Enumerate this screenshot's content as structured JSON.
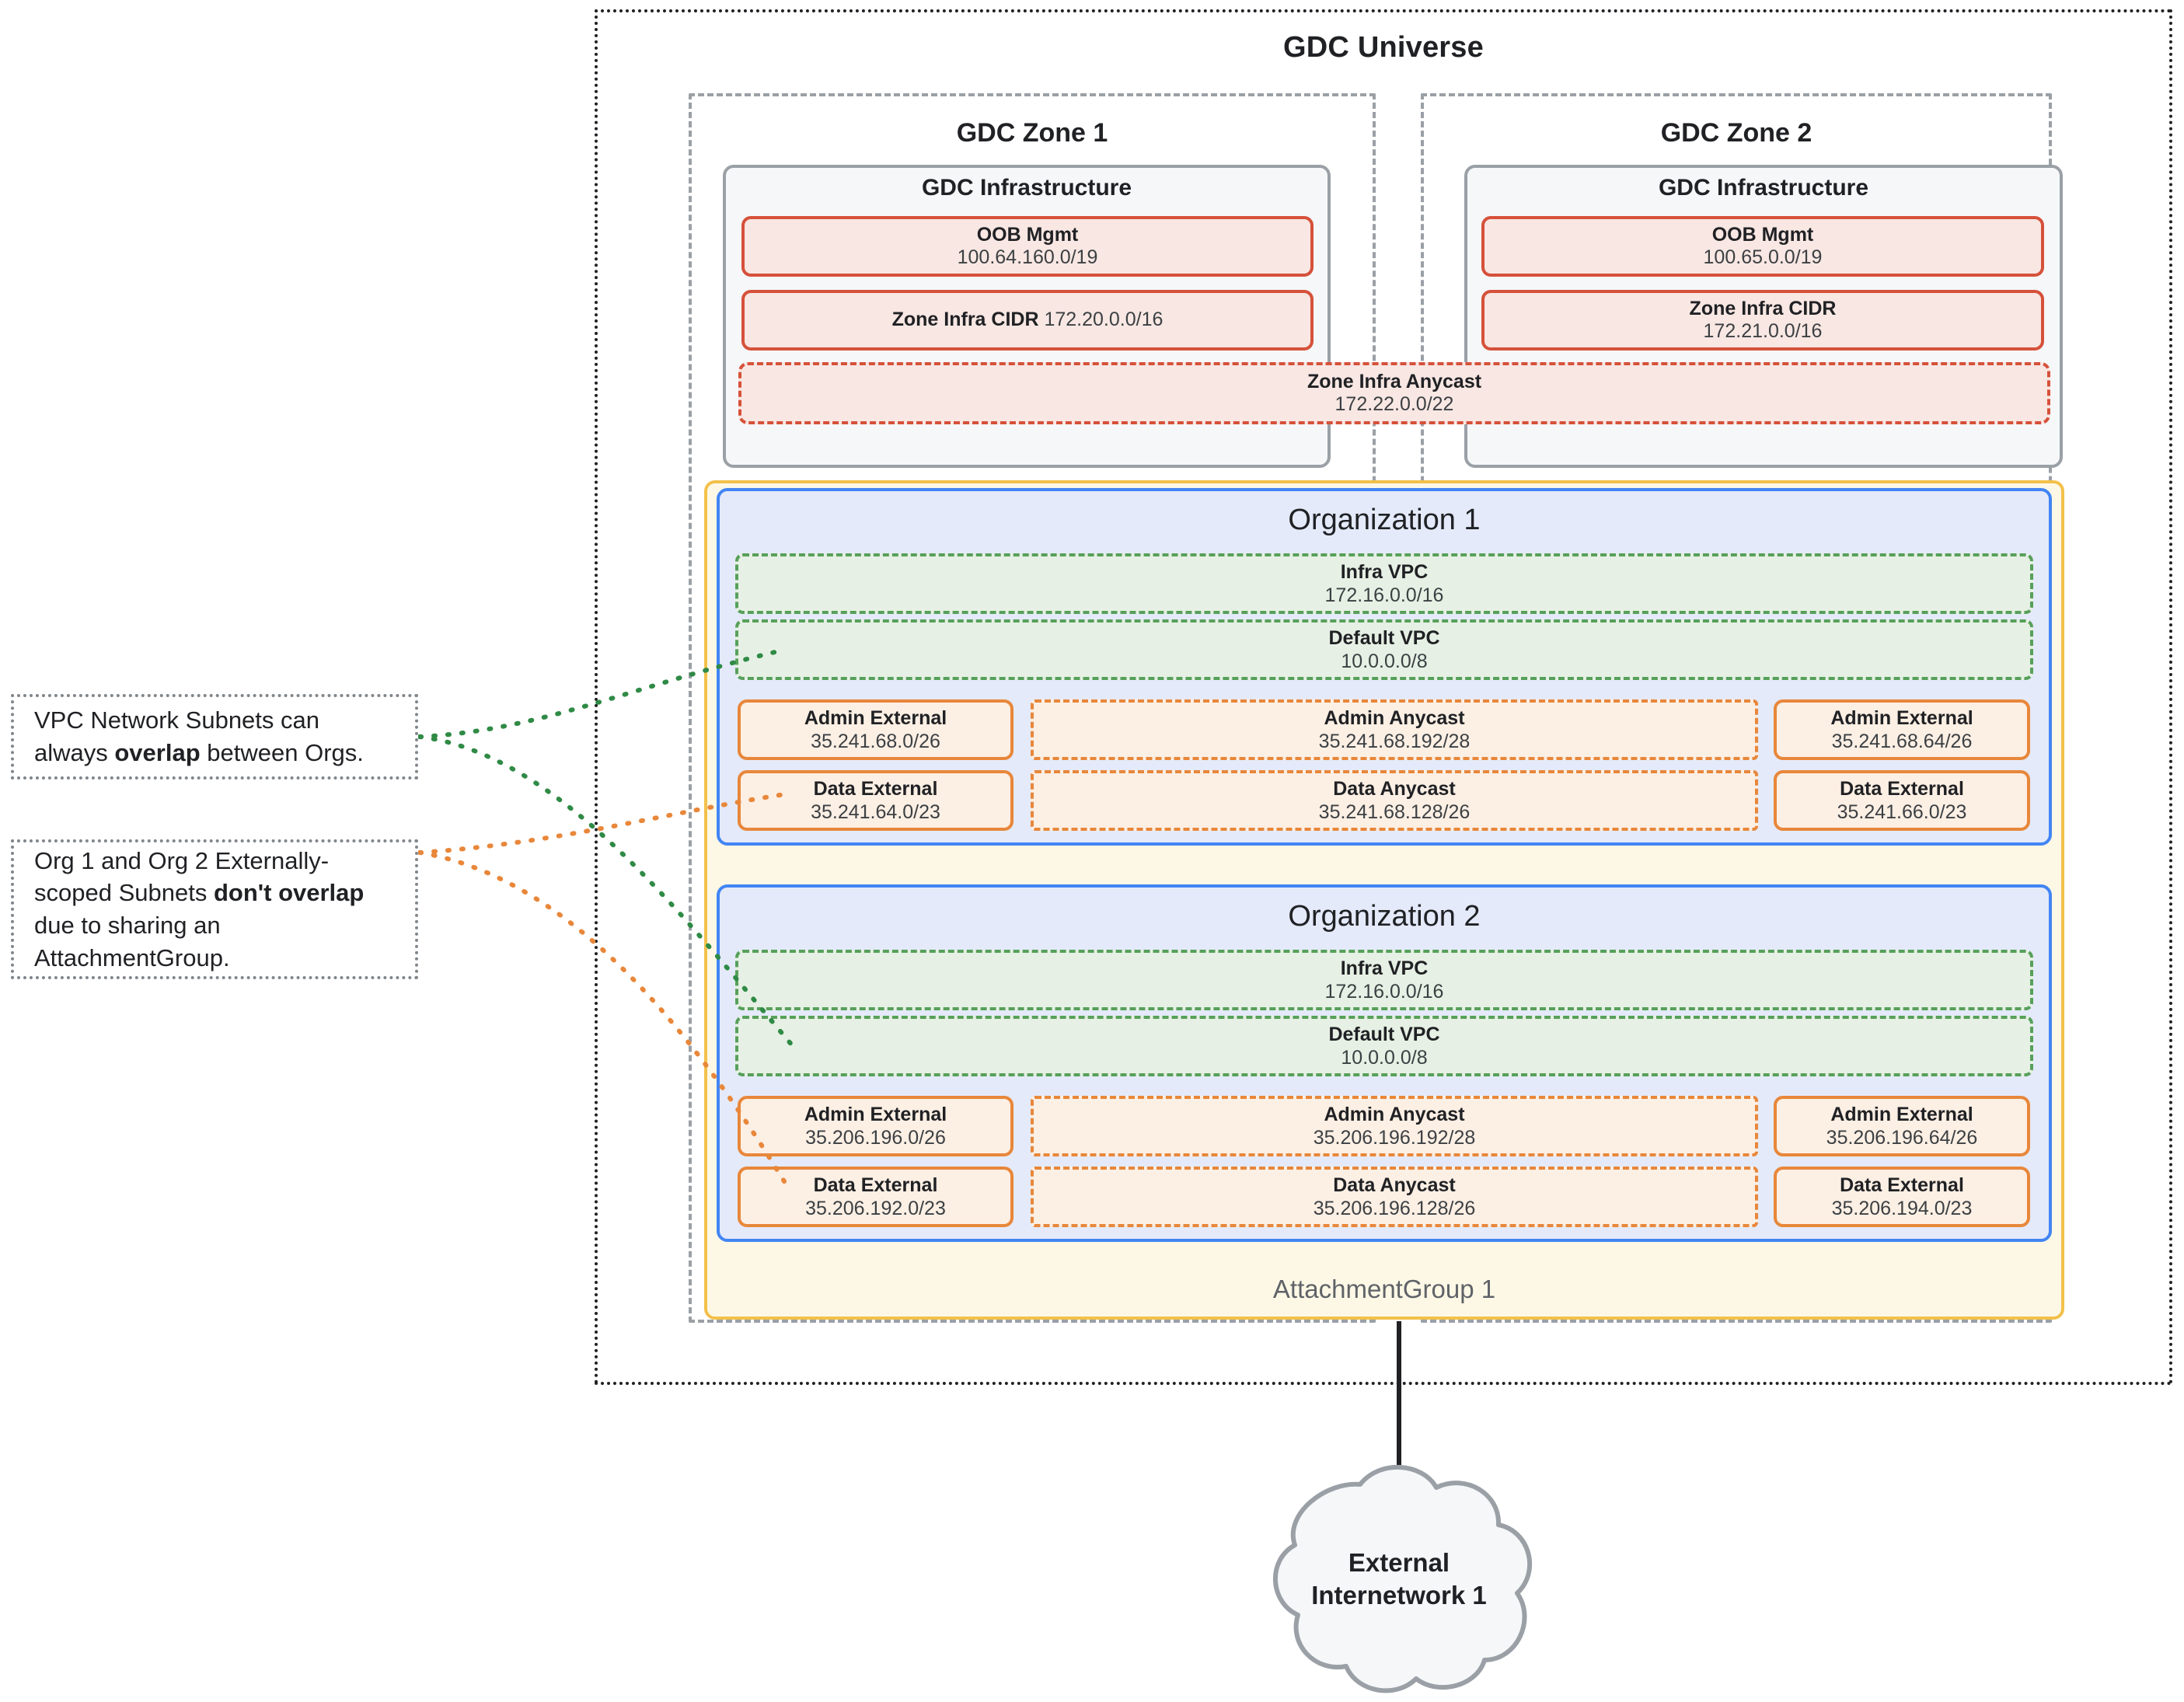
{
  "universe": {
    "title": "GDC Universe"
  },
  "zones": [
    {
      "title": "GDC Zone 1",
      "infra_title": "GDC Infrastructure",
      "oob": {
        "label": "OOB Mgmt",
        "cidr": "100.64.160.0/19"
      },
      "zone_infra_cidr": {
        "label": "Zone Infra CIDR",
        "cidr": "172.20.0.0/16",
        "inline": true
      }
    },
    {
      "title": "GDC Zone 2",
      "infra_title": "GDC Infrastructure",
      "oob": {
        "label": "OOB Mgmt",
        "cidr": "100.65.0.0/19"
      },
      "zone_infra_cidr": {
        "label": "Zone Infra CIDR",
        "cidr": "172.21.0.0/16",
        "inline": false
      }
    }
  ],
  "zone_infra_anycast": {
    "label": "Zone Infra Anycast",
    "cidr": "172.22.0.0/22"
  },
  "attachment_group": {
    "label": "AttachmentGroup 1"
  },
  "organizations": [
    {
      "title": "Organization 1",
      "infra_vpc": {
        "label": "Infra VPC",
        "cidr": "172.16.0.0/16"
      },
      "default_vpc": {
        "label": "Default VPC",
        "cidr": "10.0.0.0/8"
      },
      "admin_external_left": {
        "label": "Admin External",
        "cidr": "35.241.68.0/26"
      },
      "admin_anycast": {
        "label": "Admin Anycast",
        "cidr": "35.241.68.192/28"
      },
      "admin_external_right": {
        "label": "Admin External",
        "cidr": "35.241.68.64/26"
      },
      "data_external_left": {
        "label": "Data External",
        "cidr": "35.241.64.0/23"
      },
      "data_anycast": {
        "label": "Data Anycast",
        "cidr": "35.241.68.128/26"
      },
      "data_external_right": {
        "label": "Data External",
        "cidr": "35.241.66.0/23"
      }
    },
    {
      "title": "Organization 2",
      "infra_vpc": {
        "label": "Infra VPC",
        "cidr": "172.16.0.0/16"
      },
      "default_vpc": {
        "label": "Default VPC",
        "cidr": "10.0.0.0/8"
      },
      "admin_external_left": {
        "label": "Admin External",
        "cidr": "35.206.196.0/26"
      },
      "admin_anycast": {
        "label": "Admin Anycast",
        "cidr": "35.206.196.192/28"
      },
      "admin_external_right": {
        "label": "Admin External",
        "cidr": "35.206.196.64/26"
      },
      "data_external_left": {
        "label": "Data External",
        "cidr": "35.206.192.0/23"
      },
      "data_anycast": {
        "label": "Data Anycast",
        "cidr": "35.206.196.128/26"
      },
      "data_external_right": {
        "label": "Data External",
        "cidr": "35.206.194.0/23"
      }
    }
  ],
  "callouts": [
    {
      "parts": [
        {
          "text": "VPC Network Subnets can always ",
          "bold": false
        },
        {
          "text": "overlap",
          "bold": true
        },
        {
          "text": " between Orgs.",
          "bold": false
        }
      ],
      "connector_color": "#2f8a45"
    },
    {
      "parts": [
        {
          "text": "Org 1 and Org 2 Externally-scoped Subnets ",
          "bold": false
        },
        {
          "text": "don't overlap",
          "bold": true
        },
        {
          "text": " due to sharing an AttachmentGroup.",
          "bold": false
        }
      ],
      "connector_color": "#e8873a"
    }
  ],
  "external_network": {
    "label_line1": "External",
    "label_line2": "Internetwork 1"
  },
  "colors": {
    "universe_border": "#202124",
    "zone_border": "#9aa0a6",
    "infra_fill": "#f5f7f9",
    "red_fill": "#f8e7e3",
    "red_border": "#d6513a",
    "org_fill": "#e4eafa",
    "org_border": "#4285f4",
    "vpc_fill": "#e6f0e4",
    "vpc_border": "#57a05a",
    "subnet_fill": "#fcefe4",
    "subnet_border": "#e8873a",
    "attachment_fill": "#fdf8e6",
    "attachment_border": "#f2c14b",
    "cloud_fill": "#f5f7f9",
    "cloud_border": "#9aa0a6"
  }
}
